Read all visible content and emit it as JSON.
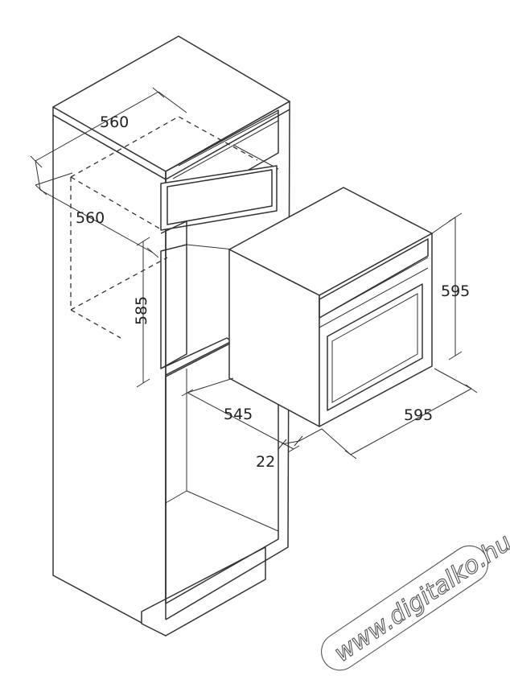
{
  "dimensions": {
    "cabinet_width": "560",
    "cabinet_depth": "560",
    "niche_height": "585",
    "oven_depth": "545",
    "oven_width": "595",
    "oven_height": "595",
    "front_thickness": "22"
  },
  "watermark": "www.digitalko.hu",
  "colors": {
    "line": "#333333",
    "background": "#ffffff"
  }
}
